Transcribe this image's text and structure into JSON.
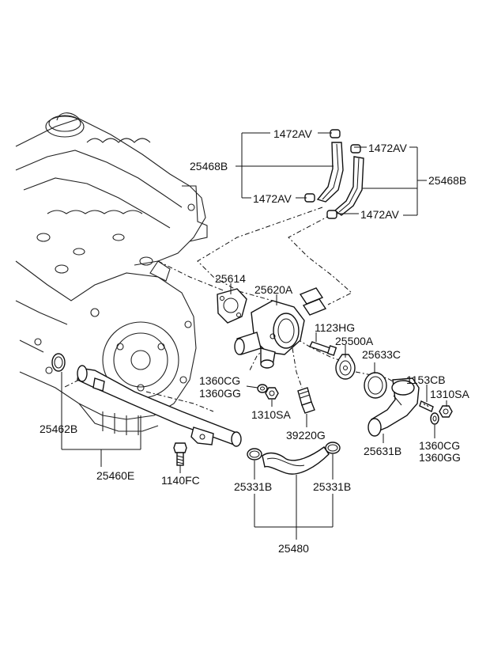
{
  "parts": {
    "hose_upper_left": "25468B",
    "hose_upper_right": "25468B",
    "clamp_a": "1472AV",
    "clamp_b": "1472AV",
    "clamp_c": "1472AV",
    "clamp_d": "1472AV",
    "gasket_housing": "25614",
    "housing": "25620A",
    "bolt_housing": "1123HG",
    "thermostat": "25500A",
    "gasket_thermostat": "25633C",
    "bolt_outlet": "1153CB",
    "nut_outlet": "1310SA",
    "washer_outlet_cg": "1360CG",
    "washer_outlet_gg": "1360GG",
    "washer_left_cg": "1360CG",
    "washer_left_gg": "1360GG",
    "nut_left": "1310SA",
    "sensor": "39220G",
    "oring": "25462B",
    "pipe_assy": "25460E",
    "bolt_pipe": "1140FC",
    "clamp_hose_left": "25331B",
    "clamp_hose_right": "25331B",
    "hose_lower": "25480",
    "outlet_fitting": "25631B"
  }
}
